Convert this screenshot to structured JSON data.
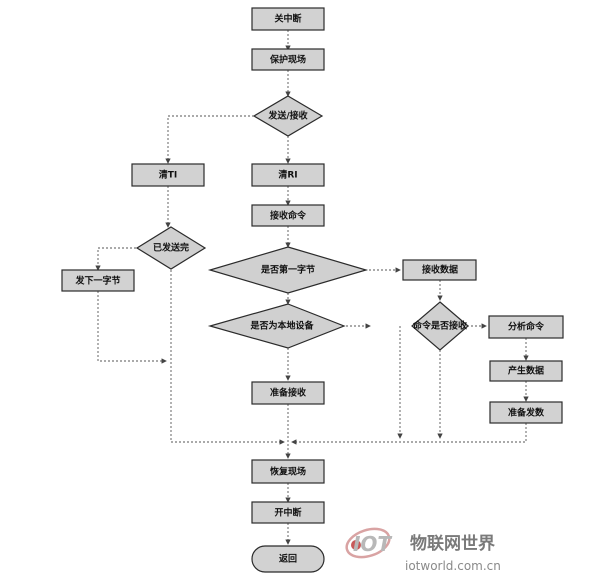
{
  "flowchart": {
    "nodes": {
      "disable_int": "关中断",
      "save_context": "保护现场",
      "send_recv": "发送/接收",
      "clear_ti": "清TI",
      "clear_ri": "清RI",
      "receive_cmd": "接收命令",
      "send_done": "已发送完",
      "send_next_byte": "发下一字节",
      "is_first_byte": "是否第一字节",
      "receive_data": "接收数据",
      "is_local_device": "是否为本地设备",
      "cmd_received": "命令是否接收",
      "analyze_cmd": "分析命令",
      "prepare_receive": "准备接收",
      "generate_data": "产生数据",
      "prepare_send": "准备发数",
      "restore_context": "恢复现场",
      "enable_int": "开中断",
      "return": "返回"
    }
  },
  "watermark": {
    "name_cn": "物联网世界",
    "url": "iotworld.com.cn",
    "logo_text": "IOT"
  }
}
